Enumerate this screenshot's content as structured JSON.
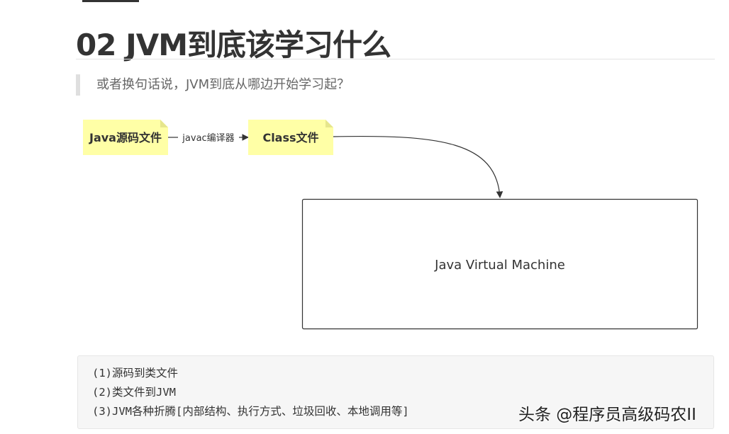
{
  "heading": {
    "title": "02 JVM到底该学习什么"
  },
  "quote": {
    "text": "或者换句话说，JVM到底从哪边开始学习起？"
  },
  "diagram": {
    "source_note": "Java源码文件",
    "edge_label": "javac编译器",
    "class_note": "Class文件",
    "vm_box": "Java Virtual Machine",
    "note_color": "#ffffa6",
    "note_fold_color": "#e6e68c"
  },
  "code_block": {
    "lines": [
      "(1)源码到类文件",
      "(2)类文件到JVM",
      "(3)JVM各种折腾[内部结构、执行方式、垃圾回收、本地调用等]"
    ]
  },
  "watermark": {
    "text": "头条 @程序员高级码农II"
  }
}
